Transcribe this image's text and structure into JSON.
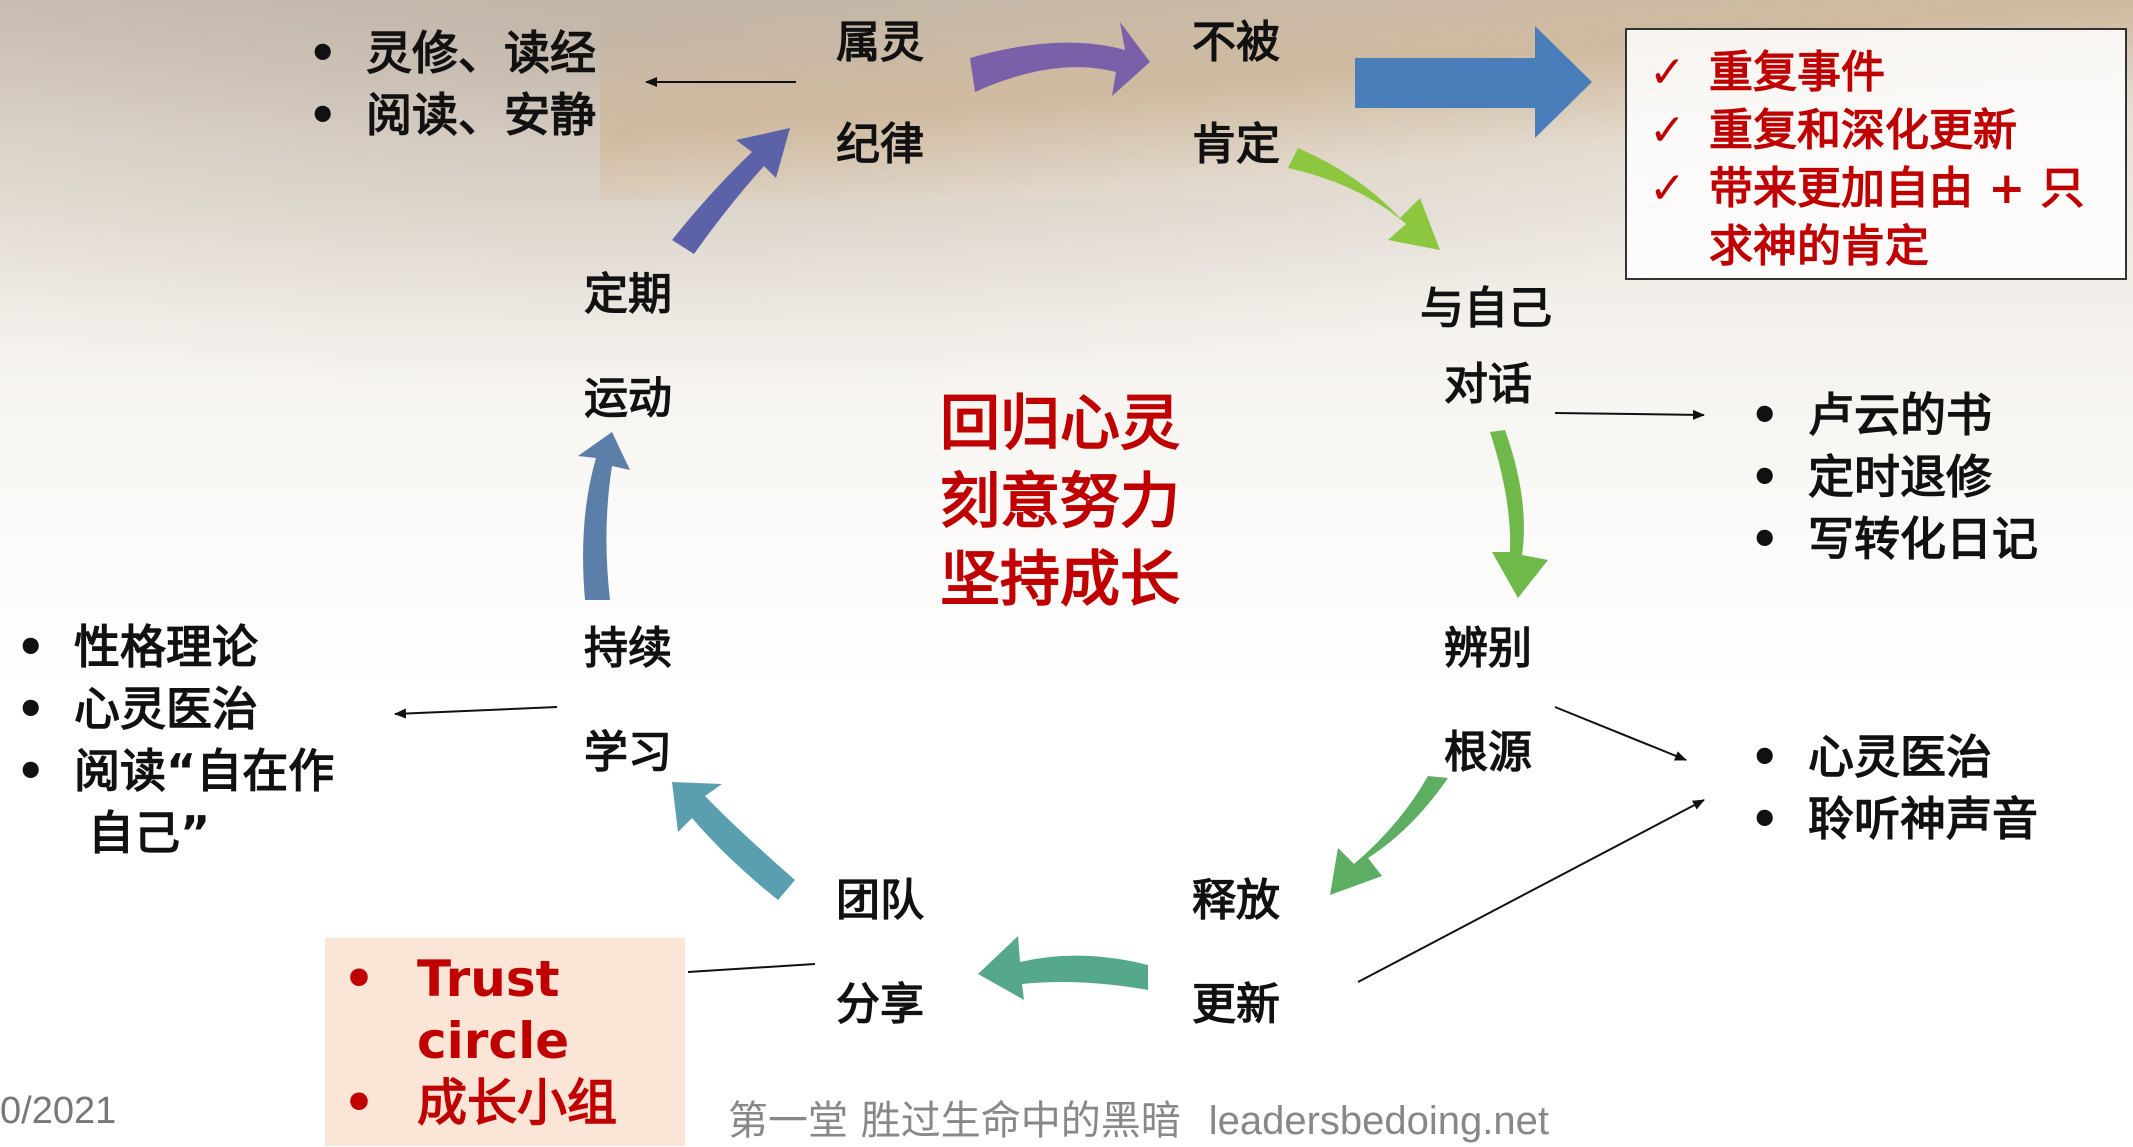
{
  "cycle_nodes": {
    "spiritual_discipline": [
      "属灵",
      "纪律"
    ],
    "not_affirmed": [
      "不被",
      "肯定"
    ],
    "talk_with_self": [
      "与自己",
      "对话"
    ],
    "discern_root": [
      "辨别",
      "根源"
    ],
    "release_renew": [
      "释放",
      "更新"
    ],
    "team_share": [
      "团队",
      "分享"
    ],
    "continuous_learning": [
      "持续",
      "学习"
    ],
    "regular_exercise": [
      "定期",
      "运动"
    ]
  },
  "center": {
    "lines": [
      "回归心灵",
      "刻意努力",
      "坚持成长"
    ],
    "color": "#c00000"
  },
  "top_left_list": [
    "灵修、读经",
    "阅读、安静"
  ],
  "result_box": {
    "tick": "✓",
    "items": [
      "重复事件",
      "重复和深化更新",
      "带来更加自由 + 只"
    ],
    "continuation": "求神的肯定",
    "color": "#c00000"
  },
  "right_top_list": [
    "卢云的书",
    "定时退修",
    "写转化日记"
  ],
  "right_bottom_list": [
    "心灵医治",
    "聆听神声音"
  ],
  "left_list": {
    "items": [
      "性格理论",
      "心灵医治",
      "阅读“自在作"
    ],
    "continuation": "自己”"
  },
  "trust_box": {
    "items": [
      "Trust",
      "成长小组"
    ],
    "continuation": "circle",
    "color": "#c00000",
    "background": "#fbe5d6"
  },
  "footer": {
    "date": "0/2021",
    "title": "第一堂 胜过生命中的黑暗",
    "site": "leadersbedoing.net"
  },
  "arrow_colors": {
    "purple": "#7a60a8",
    "blue_big": "#4a7ebb",
    "lime": "#8dc63f",
    "green": "#6fb84a",
    "mid_green": "#5dae62",
    "teal_green": "#55a98a",
    "teal": "#5a9fb0",
    "slate": "#5b7fa8",
    "indigo": "#5c62a8"
  }
}
